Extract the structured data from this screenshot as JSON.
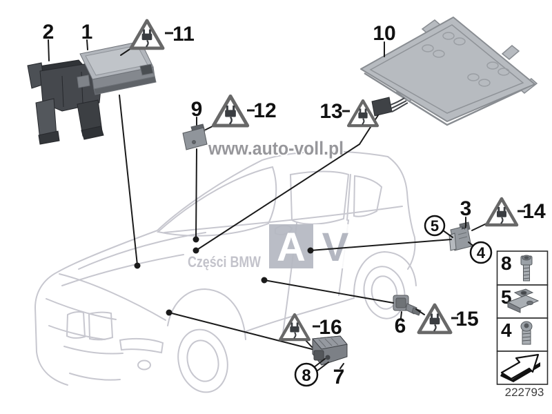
{
  "diagram": {
    "drawing_number": "222793",
    "watermark": {
      "site": "www.auto-voll.pl",
      "caption": "Części BMW",
      "logo_left": "A",
      "logo_right": "V"
    },
    "callouts": {
      "c1": "1",
      "c2": "2",
      "c3": "3",
      "c4": "4",
      "c5": "5",
      "c6": "6",
      "c7": "7",
      "c8": "8",
      "c9": "9",
      "c10": "10",
      "c11": "11",
      "c12": "12",
      "c13": "13",
      "c14": "14",
      "c15": "15",
      "c16": "16"
    },
    "legend": {
      "bolt_label": "8",
      "clamp_label": "5",
      "screw_label": "4"
    },
    "colors": {
      "leader_line": "#1a1a1a",
      "car_outline": "#c7c7cf",
      "watermark_text": "#97979b",
      "caption_text": "#c3c3cb",
      "logo_gray": "#b4b7c1",
      "part_gray": "#8f9399",
      "triangle_outline": "#686868"
    }
  }
}
